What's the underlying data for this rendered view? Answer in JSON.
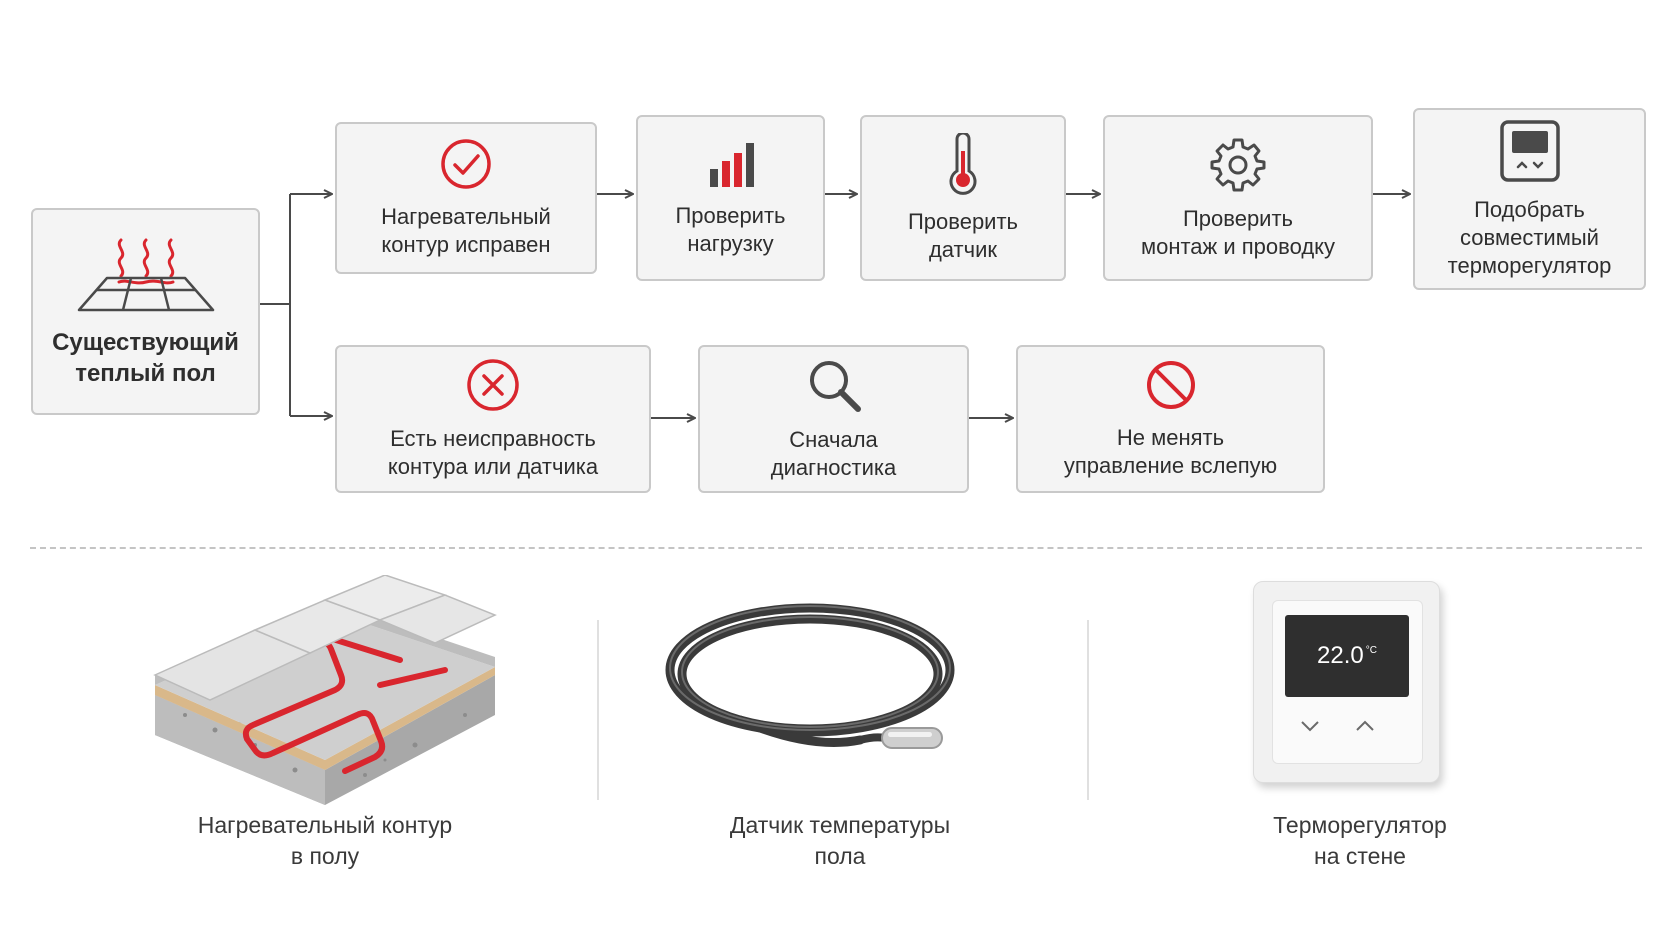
{
  "colors": {
    "accent": "#d9262e",
    "box_bg": "#f4f4f4",
    "box_border": "#c9c9c9",
    "arrow": "#4a4a4a"
  },
  "start": {
    "label": "Существующий\nтеплый пол",
    "icon": "heated-floor-icon"
  },
  "ok_branch": [
    {
      "label": "Нагревательный\nконтур исправен",
      "icon": "check-circle-icon"
    },
    {
      "label": "Проверить\nнагрузку",
      "icon": "bar-chart-icon"
    },
    {
      "label": "Проверить\nдатчик",
      "icon": "thermometer-icon"
    },
    {
      "label": "Проверить\nмонтаж и проводку",
      "icon": "gear-icon"
    },
    {
      "label": "Подобрать\nсовместимый\nтерморегулятор",
      "icon": "thermostat-icon"
    }
  ],
  "fault_branch": [
    {
      "label": "Есть неисправность\nконтура или датчика",
      "icon": "x-circle-icon"
    },
    {
      "label": "Сначала\nдиагностика",
      "icon": "search-icon"
    },
    {
      "label": "Не менять\nуправление вслепую",
      "icon": "prohibited-icon"
    }
  ],
  "components": [
    {
      "label": "Нагревательный контур\nв полу",
      "icon": "floor-heating-cable-illustration"
    },
    {
      "label": "Датчик температуры\nпола",
      "icon": "temperature-sensor-cable-illustration"
    },
    {
      "label": "Терморегулятор\nна стене",
      "icon": "wall-thermostat-illustration",
      "display": "22.0",
      "unit": "°C"
    }
  ]
}
